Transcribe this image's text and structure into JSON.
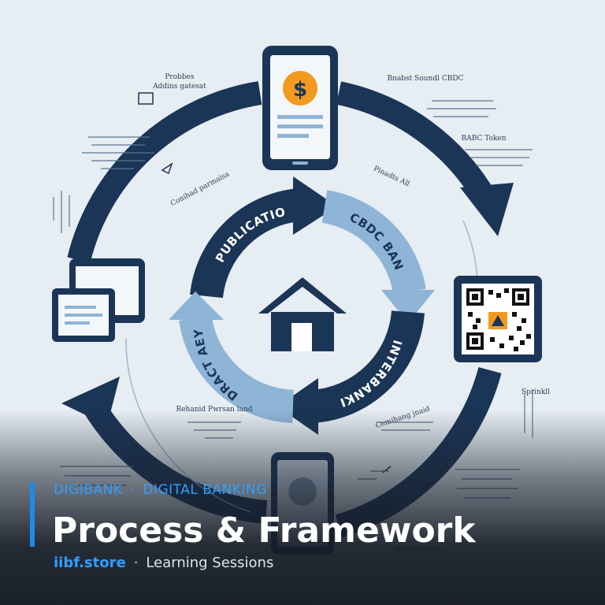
{
  "colors": {
    "dark_navy": "#1b3556",
    "light_blue": "#8eb4d6",
    "accent": "#1e8be6",
    "coin": "#f29a1f"
  },
  "diagram": {
    "ring_labels": {
      "top_left": "PUBLICATION",
      "top_right": "CBDC BAN",
      "bottom_right": "INTERBANKING",
      "bottom_left": "DRACT AEYS"
    },
    "notes": {
      "top_left_a": "Probbes",
      "top_left_b": "Addins gatesat",
      "top_right_a": "Bnabst Soundl CBDC",
      "top_right_b": "RABC Token",
      "right_mid": "Sprinkll",
      "inner_left": "Conihad parmaisa",
      "inner_right": "Pinadts All",
      "inner_bottom_left": "Rehanid Pwrsan land",
      "inner_bottom_right": "Cemihang jnaid",
      "bottom_right": "dongstoment"
    },
    "icons": [
      "phone-dollar-icon",
      "qr-code-icon",
      "phone-bottom-icon",
      "chat-windows-icon",
      "house-icon"
    ]
  },
  "caption": {
    "eyebrow_left": "DIGIBANK",
    "eyebrow_sep": "·",
    "eyebrow_right": "DIGITAL BANKING",
    "title": "Process & Framework",
    "site": "iibf.store",
    "footer_sep": "·",
    "footer_right": "Learning Sessions"
  }
}
